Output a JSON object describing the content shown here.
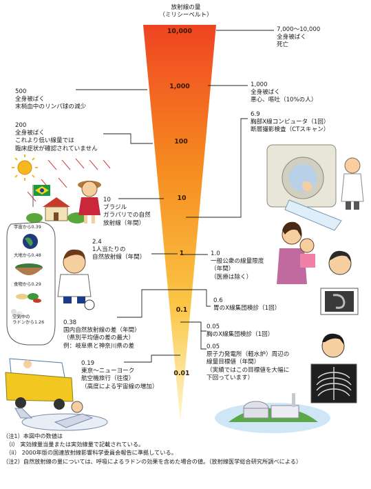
{
  "title_line1": "放射線の量",
  "title_line2": "（ミリシーベルト）",
  "scale_labels": [
    "10,000",
    "1,000",
    "100",
    "10",
    "1",
    "0.1",
    "0.01"
  ],
  "right_items": [
    {
      "value": "7,000～10,000",
      "text": "全身被ばく\n死亡"
    },
    {
      "value": "1,000",
      "text": "全身被ばく\n悪心、嘔吐（10%の人）"
    },
    {
      "value": "6.9",
      "text": "胸部X線コンピュータ（1回）\n断層撮影検査（CTスキャン）"
    },
    {
      "value": "1.0",
      "text": "一般公衆の線量限度\n（年間）\n（医療は除く）"
    },
    {
      "value": "0.6",
      "text": "胃のX線集団検診（1回）"
    },
    {
      "value": "0.05",
      "text": "胸のX線集団検診（1回）"
    },
    {
      "value": "0.05",
      "text": "原子力発電所（軽水炉）周辺の\n線量目標値（年間）\n（実績ではこの目標値を大幅に\n下回っています）"
    }
  ],
  "left_items": [
    {
      "value": "500",
      "text": "全身被ばく\n末梢血中のリンパ球の減少"
    },
    {
      "value": "200",
      "text": "全身被ばく\nこれより低い線量では\n臨床症状が確認されていません"
    },
    {
      "value": "10",
      "text": "ブラジル\nガラパリでの自然\n放射線（年間）"
    },
    {
      "value": "2.4",
      "text": "1人当たりの\n自然放射線（年間）"
    },
    {
      "value": "0.38",
      "text": "国内自然放射線の差（年間）\n（県別平均値の差の最大）\n例：岐阜県と神奈川県の差"
    },
    {
      "value": "0.19",
      "text": "東京～ニューヨーク\n航空機旅行（往復）\n（高度による宇宙線の増加）"
    }
  ],
  "breakdown": [
    {
      "label": "宇宙から0.39"
    },
    {
      "label": "大地から0.48"
    },
    {
      "label": "食物から0.29"
    },
    {
      "label": "空気中の\nラドンから1.26"
    }
  ],
  "notes": "（注1）本図中の数値は\n　（i） 実効線量当量または実効線量で記載されている。\n　（ii） 2000年版の国連放射線影響科学委員会報告に準拠している。\n（注2）自然放射線の量については、呼吸によるラドンの効果を含めた場合の値。（放射線医学総合研究所調べによる）",
  "colors": {
    "cone_top": "#f0461e",
    "cone_mid": "#f7931e",
    "cone_bottom": "#fff3b0",
    "line": "#222222"
  }
}
